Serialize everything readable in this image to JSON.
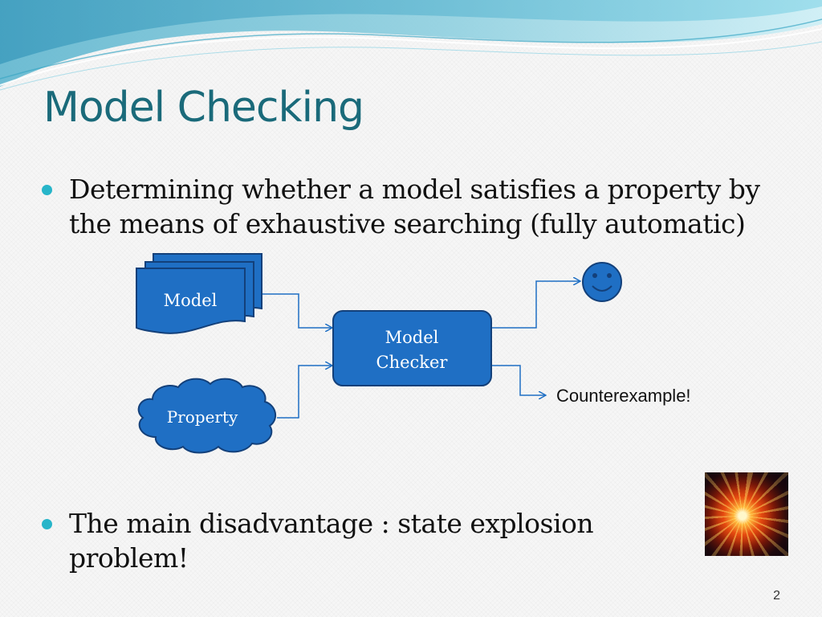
{
  "slide": {
    "title": "Model Checking",
    "bullets": [
      "Determining whether a model satisfies a property by the means of exhaustive searching (fully automatic)",
      "The main disadvantage : state explosion problem!"
    ],
    "page_number": "2"
  },
  "diagram": {
    "model_label": "Model",
    "property_label": "Property",
    "checker_label_line1": "Model",
    "checker_label_line2": "Checker",
    "counterexample_label": "Counterexample!",
    "success_icon": "smiley-face-icon"
  },
  "colors": {
    "title": "#1a6a7a",
    "bullet": "#27b5c9",
    "shape_fill": "#1f6fc4",
    "shape_stroke": "#13407a",
    "shape_text": "#ffffff"
  },
  "image": {
    "icon": "explosion-image"
  }
}
